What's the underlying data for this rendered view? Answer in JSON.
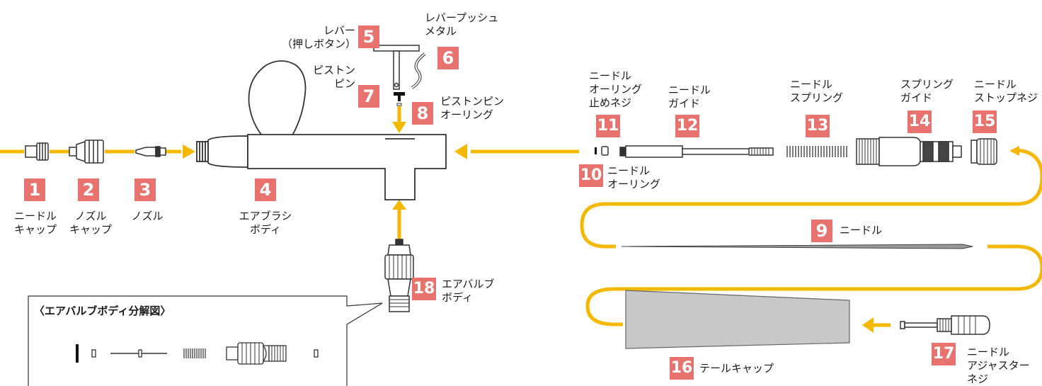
{
  "parts": [
    {
      "num": "1",
      "label": "ニードル\nキャップ"
    },
    {
      "num": "2",
      "label": "ノズル\nキャップ"
    },
    {
      "num": "3",
      "label": "ノズル"
    },
    {
      "num": "4",
      "label": "エアブラシ\nボディ"
    },
    {
      "num": "5",
      "label": "レバー\n（押しボタン）"
    },
    {
      "num": "6",
      "label": "レバープッシュ\nメタル"
    },
    {
      "num": "7",
      "label": "ピストン\nピン"
    },
    {
      "num": "8",
      "label": "ピストンピン\nオーリング"
    },
    {
      "num": "9",
      "label": "ニードル"
    },
    {
      "num": "10",
      "label": "ニードル\nオーリング"
    },
    {
      "num": "11",
      "label": "ニードル\nオーリング\n止めネジ"
    },
    {
      "num": "12",
      "label": "ニードル\nガイド"
    },
    {
      "num": "13",
      "label": "ニードル\nスプリング"
    },
    {
      "num": "14",
      "label": "スプリング\nガイド"
    },
    {
      "num": "15",
      "label": "ニードル\nストップネジ"
    },
    {
      "num": "16",
      "label": "テールキャップ"
    },
    {
      "num": "17",
      "label": "ニードル\nアジャスター\nネジ"
    },
    {
      "num": "18",
      "label": "エアバルブ\nボディ"
    }
  ],
  "inset": {
    "title": "〈エアバルブボディ分解図〉"
  },
  "colors": {
    "badge": "#e8736e",
    "arrow": "#f5b800",
    "line": "#333333",
    "tailcap": "#c8c8c8"
  }
}
